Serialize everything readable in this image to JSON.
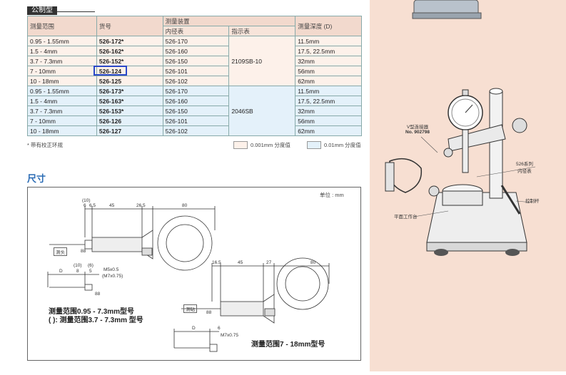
{
  "section_tag": "公制型",
  "table": {
    "headers": {
      "range": "测量范围",
      "code": "货号",
      "gauge": "测量装置",
      "bore": "内径表",
      "indicator": "指示表",
      "depth": "测量深度 (D)"
    },
    "rows": [
      {
        "range": "0.95 - 1.55mm",
        "code": "526-172*",
        "bore": "526-170",
        "depth": "11.5mm"
      },
      {
        "range": "1.5 - 4mm",
        "code": "526-162*",
        "bore": "526-160",
        "depth": "17.5, 22.5mm"
      },
      {
        "range": "3.7 - 7.3mm",
        "code": "526-152*",
        "bore": "526-150",
        "depth": "32mm"
      },
      {
        "range": "7 - 10mm",
        "code": "526-124",
        "bore": "526-101",
        "depth": "56mm"
      },
      {
        "range": "10 - 18mm",
        "code": "526-125",
        "bore": "526-102",
        "depth": "62mm"
      },
      {
        "range": "0.95 - 1.55mm",
        "code": "526-173*",
        "bore": "526-170",
        "depth": "11.5mm"
      },
      {
        "range": "1.5 - 4mm",
        "code": "526-163*",
        "bore": "526-160",
        "depth": "17.5, 22.5mm"
      },
      {
        "range": "3.7 - 7.3mm",
        "code": "526-153*",
        "bore": "526-150",
        "depth": "32mm"
      },
      {
        "range": "7 - 10mm",
        "code": "526-126",
        "bore": "526-101",
        "depth": "56mm"
      },
      {
        "range": "10 - 18mm",
        "code": "526-127",
        "bore": "526-102",
        "depth": "62mm"
      }
    ],
    "indicator_group1": "2109SB-10",
    "indicator_group2": "2046SB"
  },
  "footnote": "* 带有校正环规",
  "legend": {
    "pink": "0.001mm 分度值",
    "blue": "0.01mm 分度值",
    "pink_color": "#fdf1ea",
    "blue_color": "#e4f1fa"
  },
  "heading": "尺寸",
  "drawing": {
    "unit": "单位 : mm",
    "caption1": "测量范围0.95 - 7.3mm型号",
    "caption2": "( ): 测量范围3.7 - 7.3mm 型号",
    "caption3": "测量范围7 - 18mm型号",
    "dims_top": {
      "d10": "(10)",
      "d6": "6",
      "d65": "6.5",
      "d45": "45",
      "d265": "26.5",
      "d80": "80",
      "d88": "88"
    },
    "dims_mid": {
      "d10": "(10)",
      "d6": "(6)",
      "dD": "D",
      "d8": "8",
      "d5": "5",
      "m1": "M5x0.5",
      "m2": "(M7x0.75)",
      "d88": "88"
    },
    "dims_right": {
      "d165": "16.5",
      "d45": "45",
      "d27": "27",
      "d80": "80",
      "d88": "88",
      "dD": "D",
      "d6": "6",
      "m": "M7x0.75"
    },
    "probe_label": "测头",
    "probe_label2": "测砧"
  },
  "product_callouts": {
    "v_connector": "V型连接器",
    "v_connector_no": "No. 902798",
    "bore_gauge": "526系列\n内径表",
    "control_lever": "控制杆",
    "flat_table": "平面工作台"
  }
}
